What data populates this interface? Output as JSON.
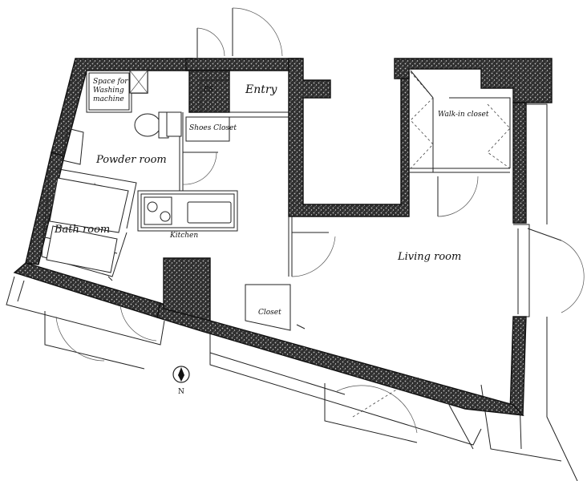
{
  "rooms": {
    "washing_space_line1": "Space for",
    "washing_space_line2": "Washing",
    "washing_space_line3": "machine",
    "ps": "PS",
    "entry": "Entry",
    "shoes_closet": "Shoes Closet",
    "powder_room": "Powder room",
    "bath_room": "Bath room",
    "kitchen": "Kitchen",
    "walk_in_closet": "Walk-in closet",
    "living_room": "Living room",
    "closet": "Closet"
  },
  "compass": {
    "label": "N"
  },
  "colors": {
    "wall": "#2e2e2e",
    "line": "#222222",
    "paper": "#ffffff"
  }
}
